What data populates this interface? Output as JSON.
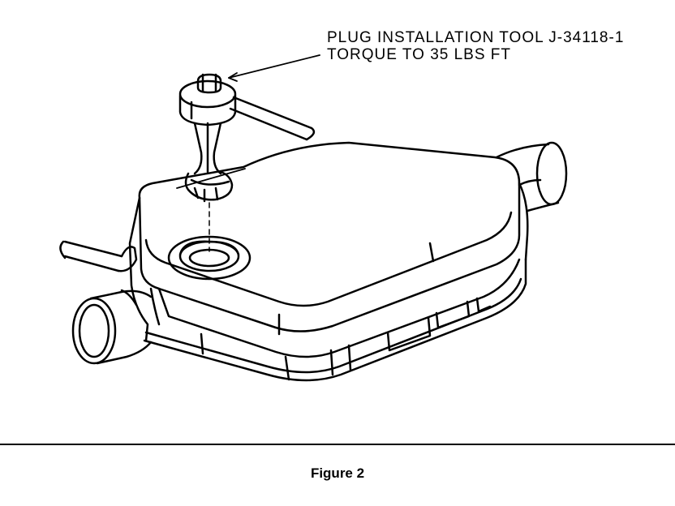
{
  "callout": {
    "line1": "PLUG INSTALLATION TOOL J-34118-1",
    "line2": "TORQUE TO 35 LBS FT"
  },
  "caption": "Figure 2",
  "colors": {
    "ink": "#000000",
    "paper": "#ffffff"
  }
}
